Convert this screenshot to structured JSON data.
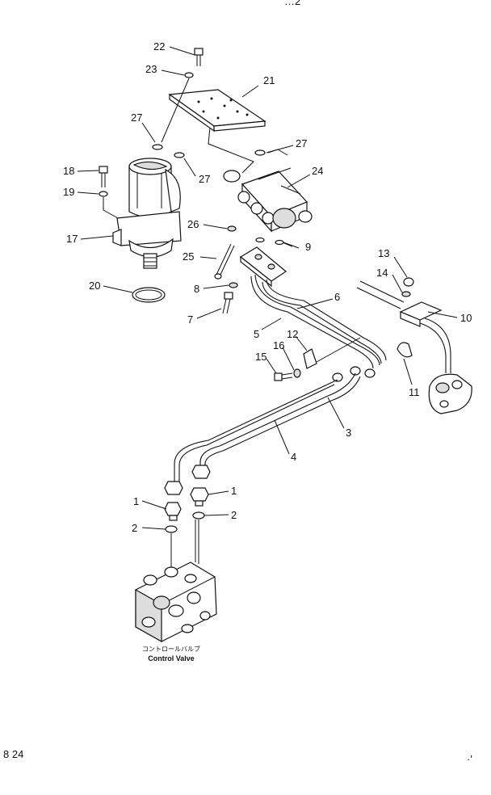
{
  "top_fragment": "…2",
  "page_ref": "8 24",
  "corner_mark": "·'",
  "caption": {
    "japanese": "コントロールバルブ",
    "english": "Control Valve"
  },
  "part_numbers": {
    "p1a": "1",
    "p1b": "1",
    "p2a": "2",
    "p2b": "2",
    "p3": "3",
    "p4": "4",
    "p5": "5",
    "p6": "6",
    "p7": "7",
    "p8": "8",
    "p9": "9",
    "p10": "10",
    "p11": "11",
    "p12": "12",
    "p13": "13",
    "p14": "14",
    "p15": "15",
    "p16": "16",
    "p17": "17",
    "p18": "18",
    "p19": "19",
    "p20": "20",
    "p21": "21",
    "p22": "22",
    "p23": "23",
    "p24": "24",
    "p25": "25",
    "p26": "26",
    "p27a": "27",
    "p27b": "27",
    "p27c": "27"
  }
}
